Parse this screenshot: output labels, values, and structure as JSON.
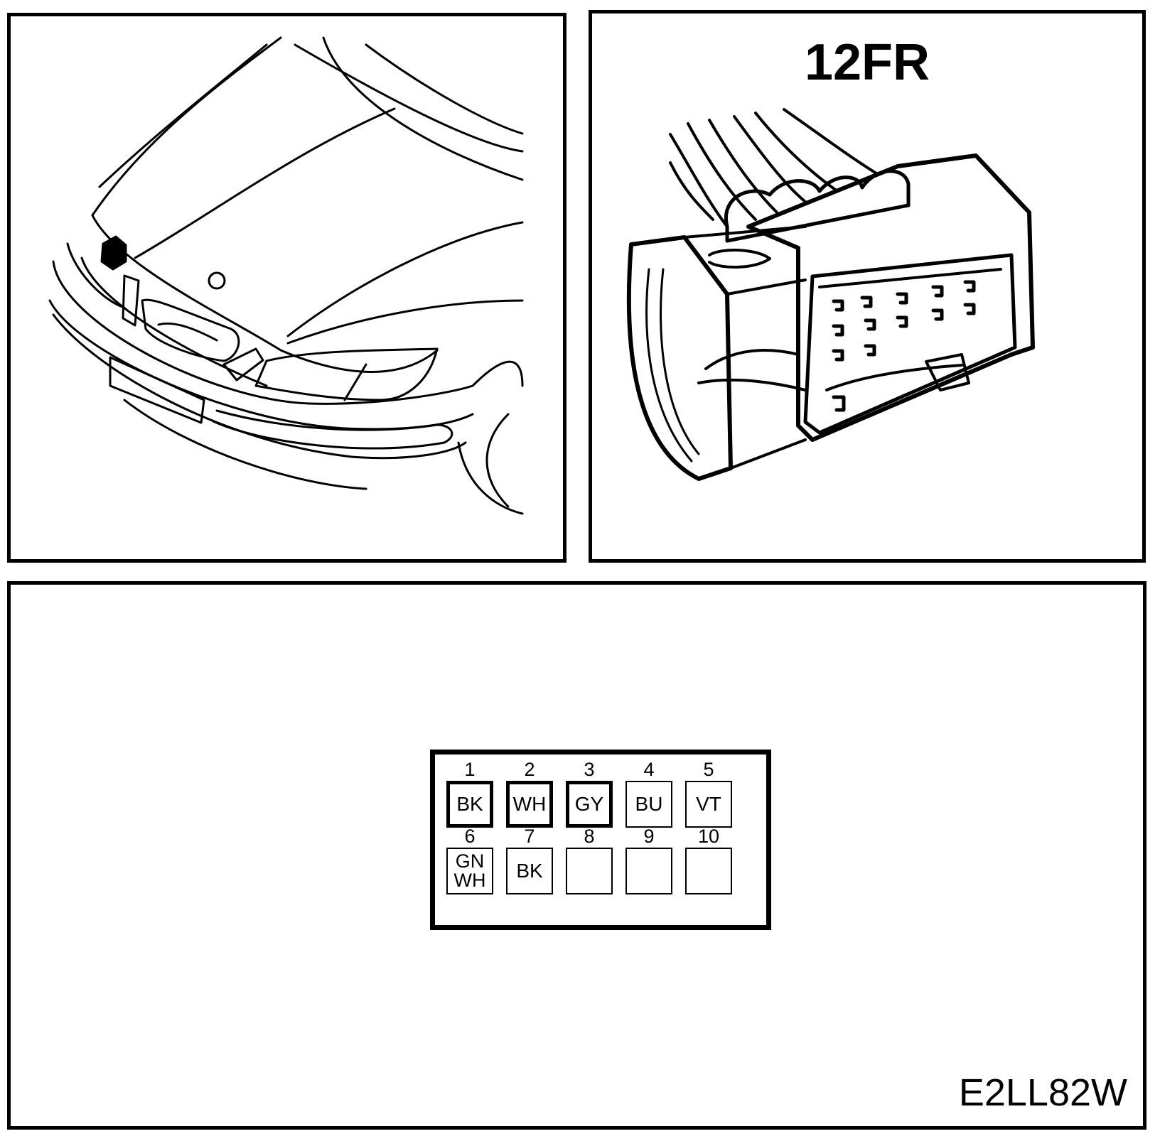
{
  "connector": {
    "id": "12FR"
  },
  "figure_code": "E2LL82W",
  "pins": [
    {
      "number": "1",
      "color": "BK",
      "heavy": true
    },
    {
      "number": "2",
      "color": "WH",
      "heavy": true
    },
    {
      "number": "3",
      "color": "GY",
      "heavy": true
    },
    {
      "number": "4",
      "color": "BU",
      "heavy": false
    },
    {
      "number": "5",
      "color": "VT",
      "heavy": false
    },
    {
      "number": "6",
      "color": "GN WH",
      "heavy": false
    },
    {
      "number": "7",
      "color": "BK",
      "heavy": false
    },
    {
      "number": "8",
      "color": "",
      "heavy": false
    },
    {
      "number": "9",
      "color": "",
      "heavy": false
    },
    {
      "number": "10",
      "color": "",
      "heavy": false
    }
  ]
}
